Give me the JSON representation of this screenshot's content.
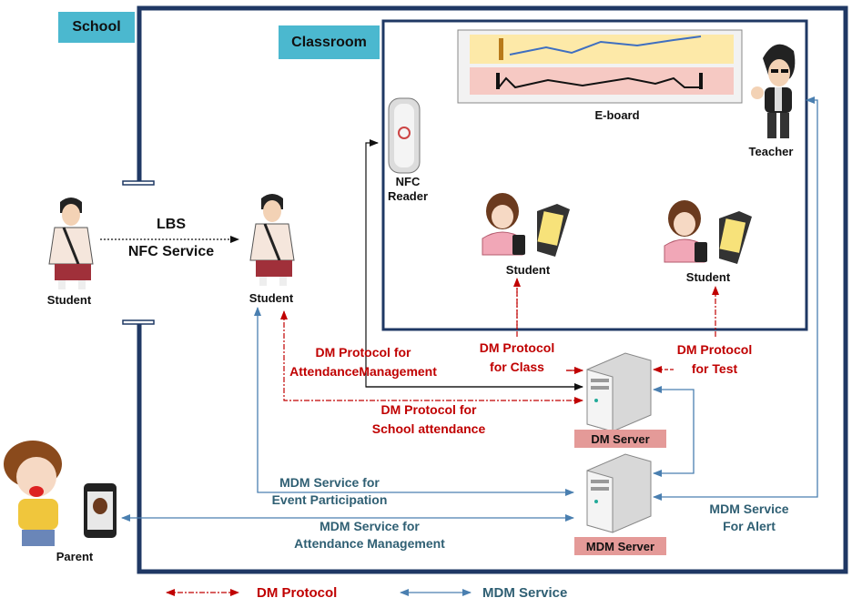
{
  "labels": {
    "school": "School",
    "classroom": "Classroom",
    "eboard": "E-board",
    "teacher": "Teacher",
    "nfc_reader": "NFC\nReader",
    "student_outside": "Student",
    "student_entering": "Student",
    "student_class1": "Student",
    "student_class2": "Student",
    "parent": "Parent",
    "lbs": "LBS",
    "nfc_service": "NFC Service",
    "dm_server": "DM Server",
    "mdm_server": "MDM Server"
  },
  "protocols": {
    "dm_attendance": "DM Protocol for\nAttendanceManagement",
    "dm_class": "DM Protocol\nfor Class",
    "dm_test": "DM Protocol\nfor Test",
    "dm_school": "DM Protocol for\nSchool attendance",
    "mdm_event": "MDM Service for\nEvent Participation",
    "mdm_attendance": "MDM Service for\nAttendance Management",
    "mdm_alert": "MDM Service\nFor Alert"
  },
  "legend": {
    "dm_protocol": "DM Protocol",
    "mdm_service": "MDM Service"
  },
  "colors": {
    "dm_red": "#c00000",
    "mdm_blue": "#4a7fb0",
    "frame_navy": "#1f3864",
    "tag_cyan": "#4bb8cf",
    "server_tag": "#e49a98"
  }
}
